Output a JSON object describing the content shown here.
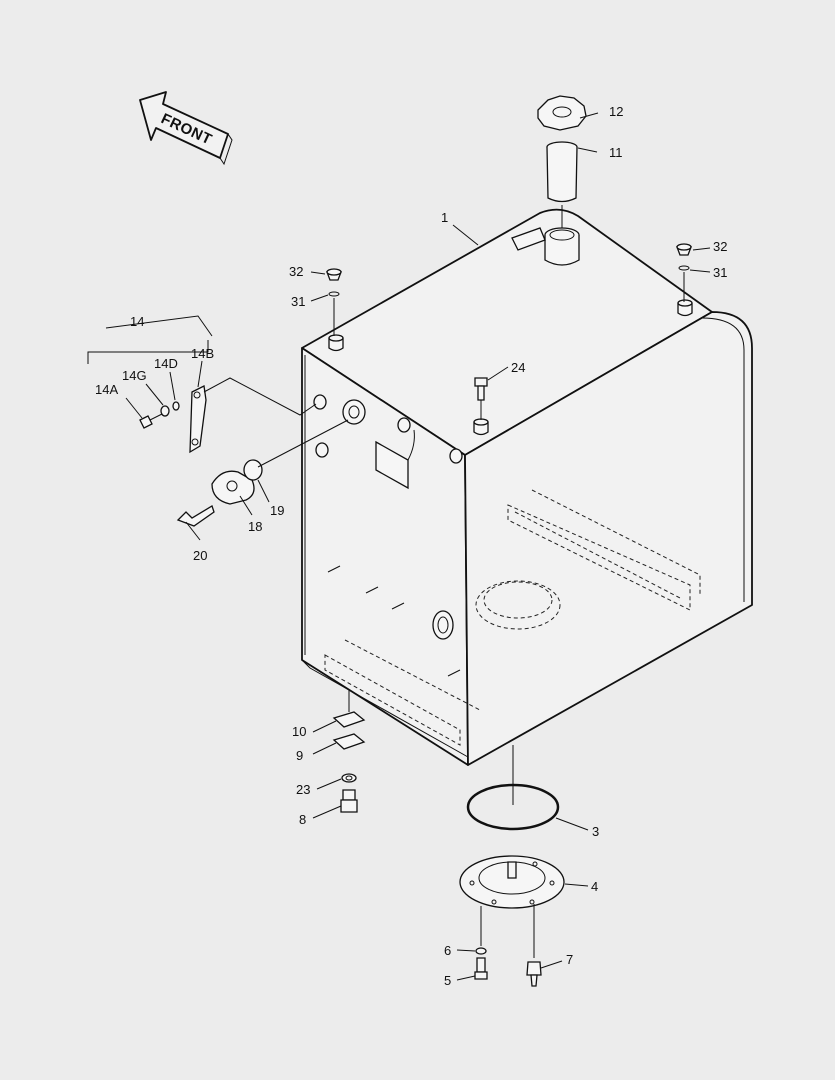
{
  "direction_arrow": {
    "label": "FRONT"
  },
  "callouts": {
    "c1": "1",
    "c3": "3",
    "c4": "4",
    "c5": "5",
    "c6": "6",
    "c7": "7",
    "c8": "8",
    "c9": "9",
    "c10": "10",
    "c11": "11",
    "c12": "12",
    "c14": "14",
    "c14a": "14A",
    "c14b": "14B",
    "c14d": "14D",
    "c14g": "14G",
    "c18": "18",
    "c19": "19",
    "c20": "20",
    "c23": "23",
    "c24": "24",
    "c31_left": "31",
    "c31_right": "31",
    "c32_left": "32",
    "c32_right": "32"
  }
}
